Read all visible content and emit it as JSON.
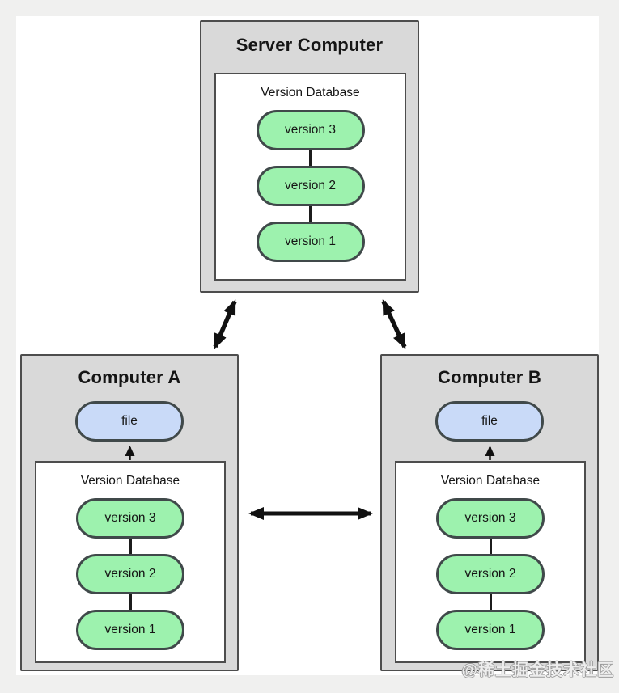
{
  "colors": {
    "page-bg": "#f0f0ef",
    "canvas-bg": "#ffffff",
    "machine-fill": "#d9d9d9",
    "machine-border": "#4d4d4d",
    "db-fill": "#ffffff",
    "db-border": "#4d4d4d",
    "version-fill": "#9df2ae",
    "version-border": "#40494a",
    "file-fill": "#c9daf8",
    "file-border": "#40494a",
    "connector": "#1c1c1c",
    "arrow": "#111111",
    "text": "#151515"
  },
  "server": {
    "title": "Server Computer",
    "db_label": "Version Database",
    "versions": [
      "version 3",
      "version 2",
      "version 1"
    ]
  },
  "computer_a": {
    "title": "Computer A",
    "file_label": "file",
    "db_label": "Version Database",
    "versions": [
      "version 3",
      "version 2",
      "version 1"
    ]
  },
  "computer_b": {
    "title": "Computer B",
    "file_label": "file",
    "db_label": "Version Database",
    "versions": [
      "version 3",
      "version 2",
      "version 1"
    ]
  },
  "watermark": "@稀土掘金技术社区"
}
